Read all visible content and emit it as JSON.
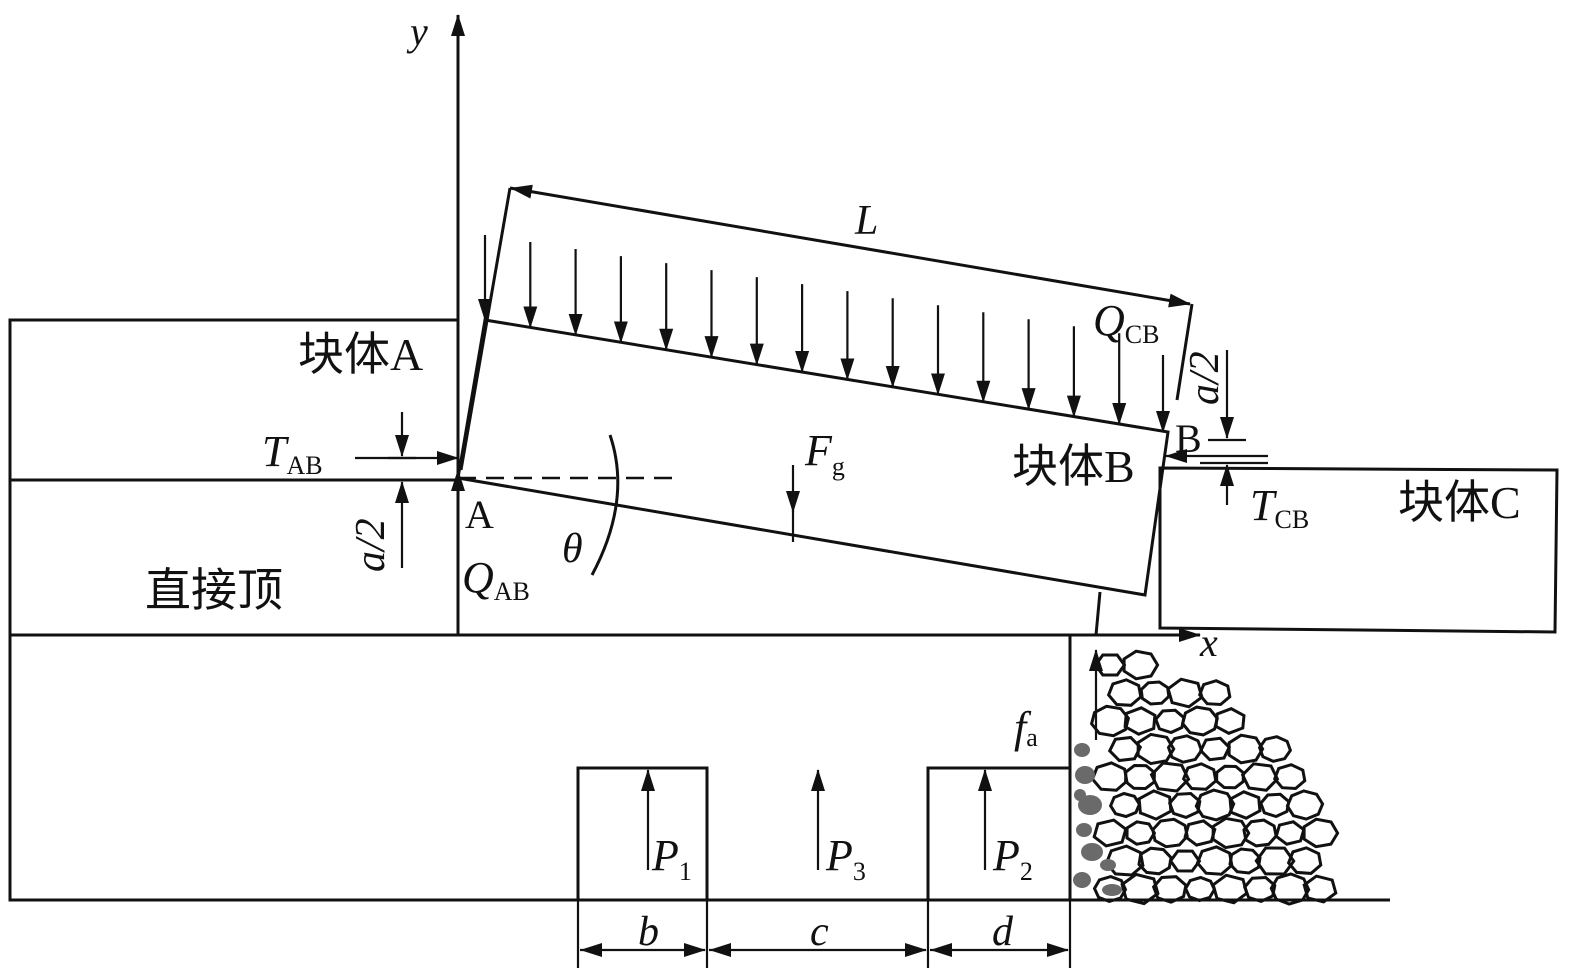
{
  "labels": {
    "y_axis": "y",
    "x_axis": "x",
    "block_a": "块体A",
    "block_b": "块体B",
    "block_c": "块体C",
    "immediate_roof": "直接顶",
    "length": "L",
    "theta": "θ",
    "t_ab": "T",
    "t_ab_sub": "AB",
    "q_ab": "Q",
    "q_ab_sub": "AB",
    "t_cb": "T",
    "t_cb_sub": "CB",
    "q_cb": "Q",
    "q_cb_sub": "CB",
    "f_g": "F",
    "f_g_sub": "g",
    "f_a": "f",
    "f_a_sub": "a",
    "half_a_left": "a/2",
    "half_a_right": "a/2",
    "point_a": "A",
    "point_b": "B",
    "p1": "P",
    "p1_sub": "1",
    "p2": "P",
    "p2_sub": "2",
    "p3": "P",
    "p3_sub": "3",
    "dim_b": "b",
    "dim_c": "c",
    "dim_d": "d"
  },
  "colors": {
    "support_fill": "#a0a0a0",
    "gangue_gray": "#6a6a6a"
  }
}
